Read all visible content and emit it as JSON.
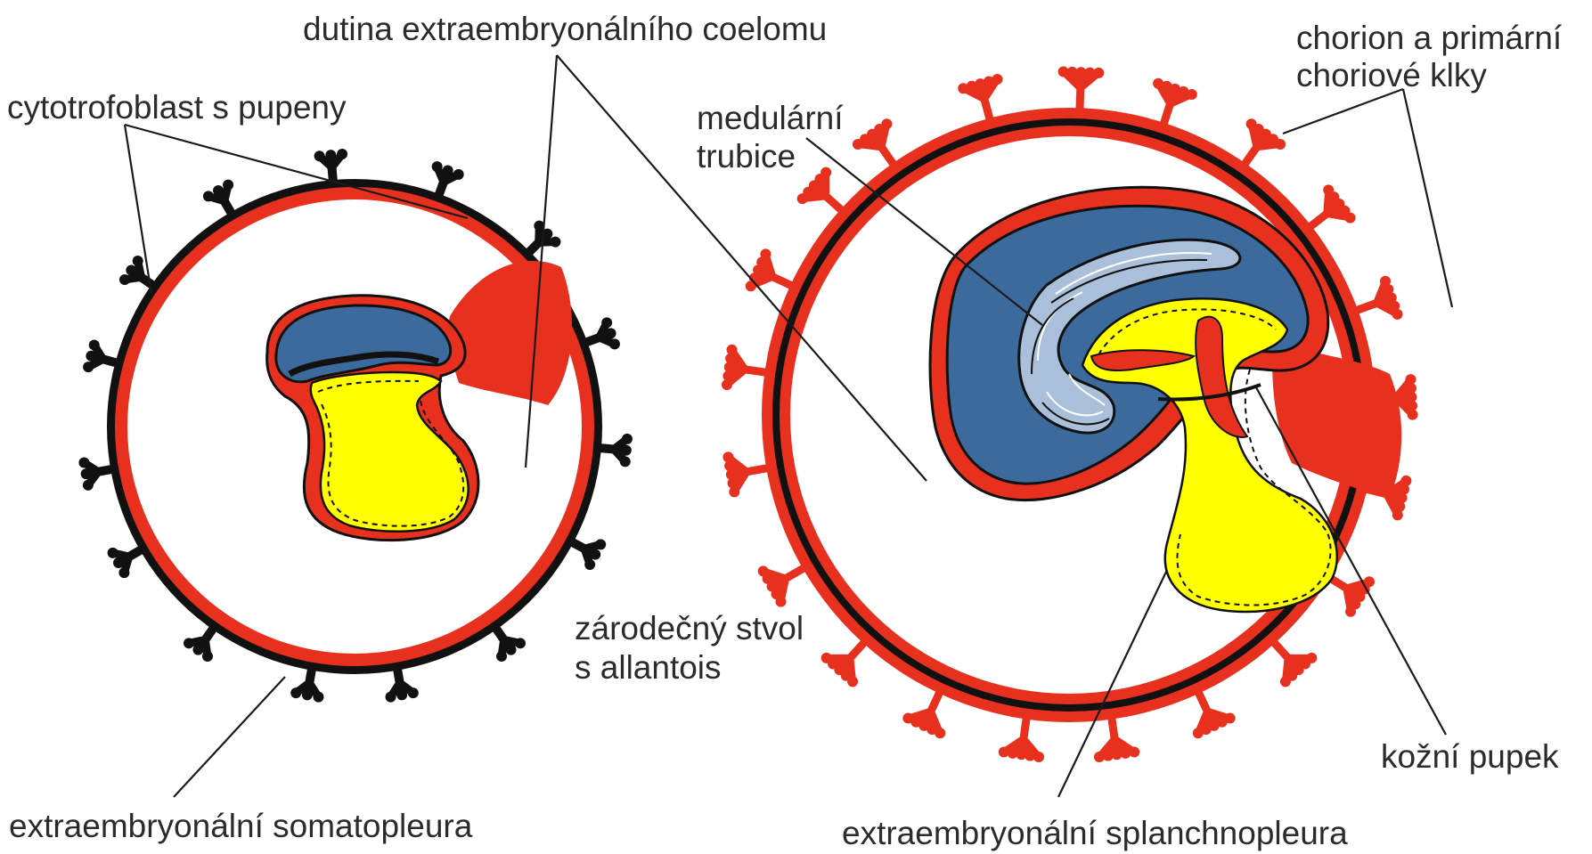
{
  "colors": {
    "background": "#ffffff",
    "chorion_red": "#e8301f",
    "outline_black": "#111111",
    "amnion_blue": "#3d6a9c",
    "neural_tube_light_blue": "#aac0da",
    "yolk_yellow": "#ffff00",
    "label_text": "#2b2b2b"
  },
  "labels": {
    "coelom": "dutina extraembryonálního coelomu",
    "cytotrophoblast": "cytotrofoblast s pupeny",
    "chorion_line1": "chorion a primární",
    "chorion_line2": "choriové klky",
    "neural_line1": "medulární",
    "neural_line2": "trubice",
    "stalk_line1": "zárodečný stvol",
    "stalk_line2": "s allantois",
    "umbilicus": "kožní pupek",
    "somatopleura": "extraembryonální somatopleura",
    "splanchnopleura": "extraembryonální splanchnopleura"
  }
}
